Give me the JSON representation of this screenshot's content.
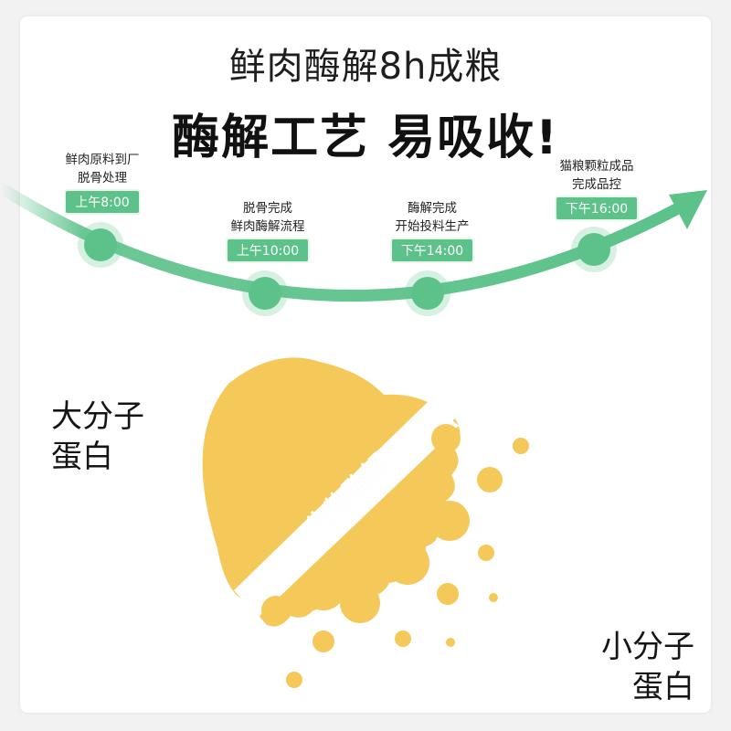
{
  "title": "鲜肉酶解8h成粮",
  "headline": "酶解工艺 易吸收!",
  "timeline": [
    {
      "desc_line1": "鲜肉原料到厂",
      "desc_line2": "脱骨处理",
      "time": "上午8:00"
    },
    {
      "desc_line1": "脱骨完成",
      "desc_line2": "鲜肉酶解流程",
      "time": "上午10:00"
    },
    {
      "desc_line1": "酶解完成",
      "desc_line2": "开始投料生产",
      "time": "下午14:00"
    },
    {
      "desc_line1": "猫粮颗粒成品",
      "desc_line2": "完成品控",
      "time": "下午16:00"
    }
  ],
  "diagram": {
    "band_label": "生物酶解",
    "left_label_line1": "大分子",
    "left_label_line2": "蛋白",
    "right_label_line1": "小分子",
    "right_label_line2": "蛋白"
  },
  "colors": {
    "accent_green": "#5cc28a",
    "protein_yellow": "#f5c85a"
  }
}
